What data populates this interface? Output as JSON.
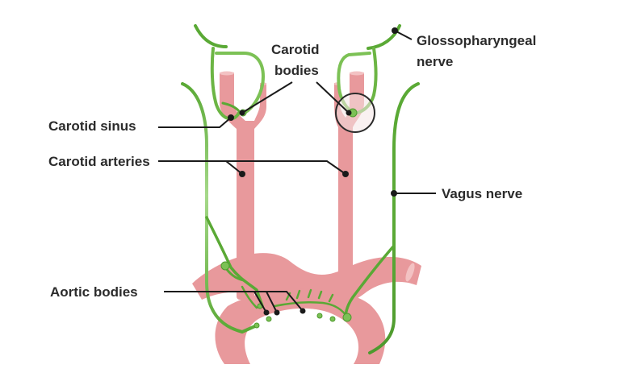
{
  "labels": {
    "glossopharyngeal_line1": "Glossopharyngeal",
    "glossopharyngeal_line2": "nerve",
    "carotid_bodies_line1": "Carotid",
    "carotid_bodies_line2": "bodies",
    "carotid_sinus": "Carotid sinus",
    "carotid_arteries": "Carotid arteries",
    "vagus_nerve": "Vagus nerve",
    "aortic_bodies": "Aortic bodies"
  },
  "colors": {
    "artery": "#e8999c",
    "artery_light": "#f3c2c3",
    "nerve": "#5aa935",
    "nerve_light": "#a6d98a",
    "leader": "#1a1a1a"
  }
}
